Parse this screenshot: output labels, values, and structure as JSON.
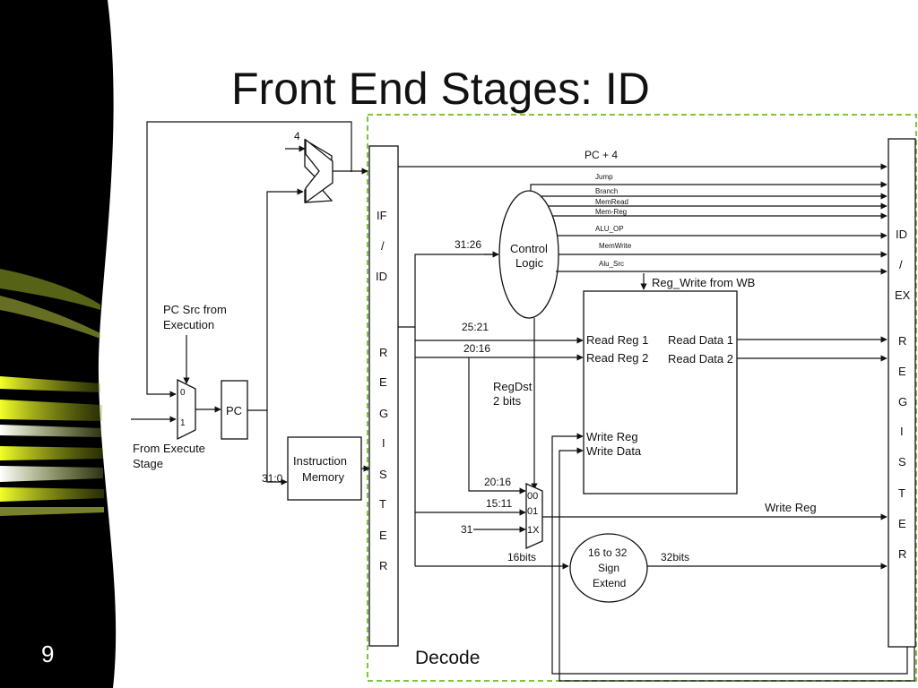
{
  "slide": {
    "title": "Front End Stages: ID",
    "number": "9",
    "decode_label": "Decode"
  },
  "fetch": {
    "const_four": "4",
    "pc": "PC",
    "pcsrc": [
      "PC Src from",
      "Execution"
    ],
    "mux_in0": "0",
    "mux_in1": "1",
    "from_execute": [
      "From Execute",
      "Stage"
    ],
    "imem": [
      "Instruction",
      "Memory"
    ],
    "imem_bits": "31:0"
  },
  "ifid": {
    "letters": [
      "IF",
      "/",
      "ID",
      "R",
      "E",
      "G",
      "I",
      "S",
      "T",
      "E",
      "R"
    ]
  },
  "idex": {
    "letters": [
      "ID",
      "/",
      "EX",
      "R",
      "E",
      "G",
      "I",
      "S",
      "T",
      "E",
      "R"
    ]
  },
  "decode": {
    "pc_plus4": "PC + 4",
    "control": [
      "Control",
      "Logic"
    ],
    "control_bits": "31:26",
    "signals": [
      "Jump",
      "Branch",
      "MemRead",
      "Mem-Reg",
      "ALU_OP",
      "MemWrite",
      "Alu_Src"
    ],
    "reg_write_wb": "Reg_Write from WB",
    "rs_bits": "25:21",
    "rt_bits": "20:16",
    "read_reg1": "Read Reg 1",
    "read_reg2": "Read Reg 2",
    "read_data1": "Read Data 1",
    "read_data2": "Read Data 2",
    "write_reg_port": "Write Reg",
    "write_data_port": "Write Data",
    "regdst": [
      "RegDst",
      "2 bits"
    ],
    "mux_rt_bits": "20:16",
    "mux_rd_bits": "15:11",
    "mux_31": "31",
    "mux_sel": [
      "00",
      "01",
      "1X"
    ],
    "write_reg_out": "Write Reg",
    "imm_bits": "16bits",
    "sign_extend": [
      "16 to 32",
      "Sign",
      "Extend"
    ],
    "ext_bits": "32bits"
  }
}
